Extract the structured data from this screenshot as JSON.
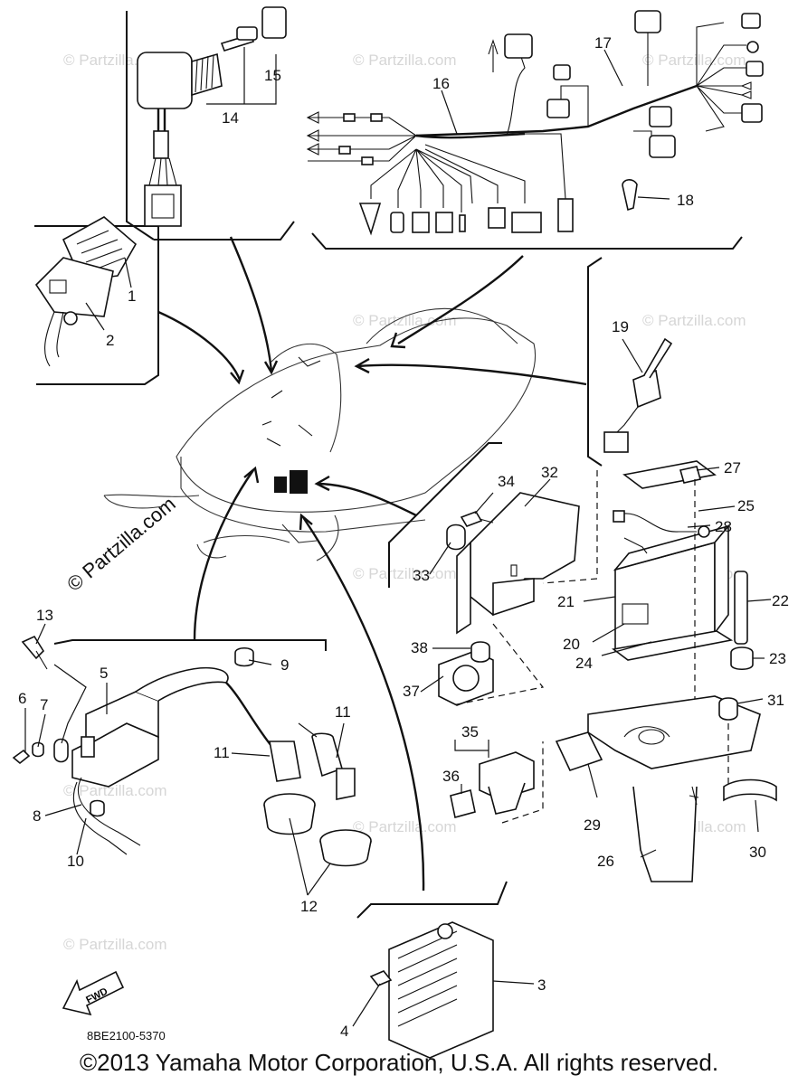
{
  "watermark": "© Partzilla.com",
  "diagram_code": "8BE2100-5370",
  "copyright": "©2013 Yamaha Motor Corporation, U.S.A. All rights reserved.",
  "fwd_label": "FWD",
  "callouts": {
    "c1": "1",
    "c2": "2",
    "c3": "3",
    "c4": "4",
    "c5": "5",
    "c6": "6",
    "c7": "7",
    "c8": "8",
    "c9": "9",
    "c10": "10",
    "c11a": "11",
    "c11b": "11",
    "c12": "12",
    "c13": "13",
    "c14": "14",
    "c15": "15",
    "c16": "16",
    "c17": "17",
    "c18": "18",
    "c19": "19",
    "c20": "20",
    "c21": "21",
    "c22": "22",
    "c23": "23",
    "c24": "24",
    "c25": "25",
    "c26": "26",
    "c27": "27",
    "c28": "28",
    "c29": "29",
    "c30": "30",
    "c31": "31",
    "c32": "32",
    "c33": "33",
    "c34": "34",
    "c35": "35",
    "c36": "36",
    "c37": "37",
    "c38": "38"
  }
}
